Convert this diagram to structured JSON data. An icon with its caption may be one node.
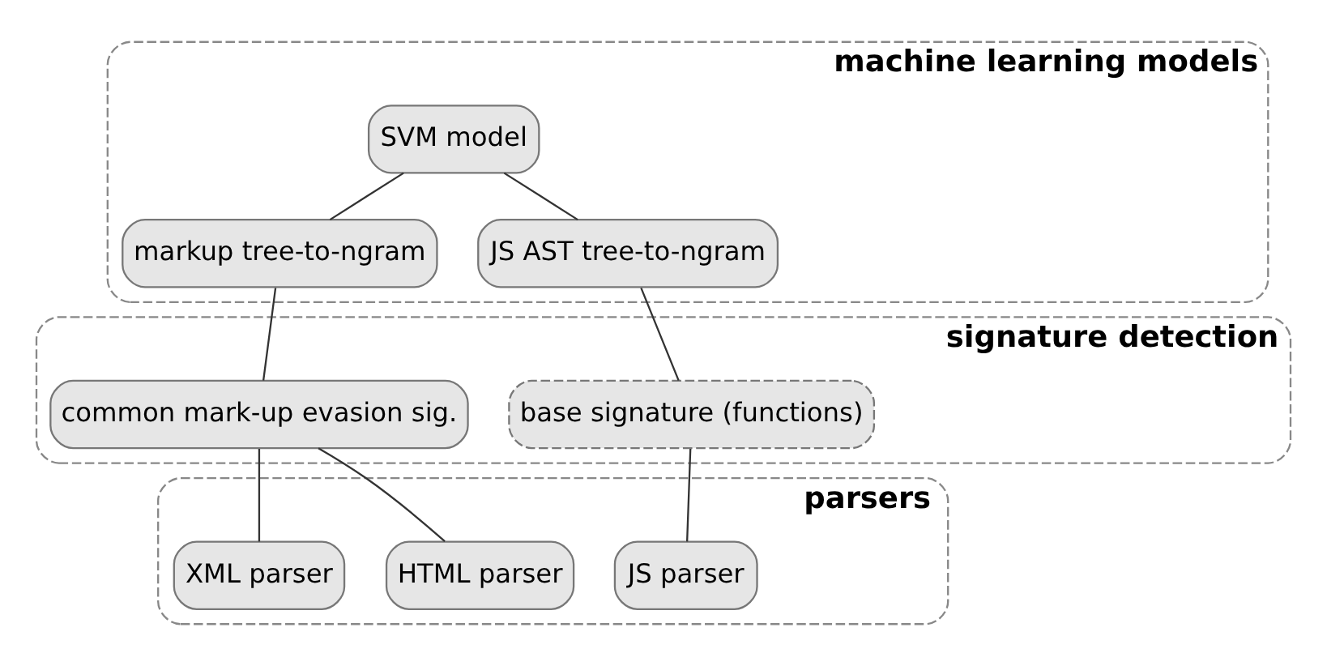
{
  "diagram": {
    "nodes": [
      {
        "text": [
          "machine learning models"
        ]
      },
      {
        "text": [
          "SVM model"
        ],
        "in": 0
      },
      {
        "text": [
          "markup tree-to-ngram"
        ],
        "in": 0
      },
      {
        "text": [
          "JS AST tree-to-ngram"
        ],
        "in": 0
      },
      {
        "text": [
          "signature detection"
        ]
      },
      {
        "text": [
          "common mark-up evasion sig."
        ],
        "in": 4
      },
      {
        "text": [
          "base signature (functions)"
        ],
        "in": 4
      },
      {
        "text": [
          "parsers"
        ]
      },
      {
        "text": [
          "HTML parser"
        ],
        "in": 7
      },
      {
        "text": [
          "XML parser"
        ],
        "in": 7
      },
      {
        "text": [
          "JS parser"
        ],
        "in": 7
      }
    ],
    "edges": [
      {
        "from": 1,
        "to": 2,
        "arrow": "none"
      },
      {
        "from": 1,
        "to": 3,
        "arrow": "none"
      },
      {
        "from": 2,
        "to": 5,
        "arrow": "none"
      },
      {
        "from": 3,
        "to": 6,
        "arrow": "none"
      },
      {
        "from": 5,
        "to": 8,
        "arrow": "none"
      },
      {
        "from": 5,
        "to": 9,
        "arrow": "none"
      },
      {
        "from": 6,
        "to": 10,
        "arrow": "none"
      }
    ]
  }
}
